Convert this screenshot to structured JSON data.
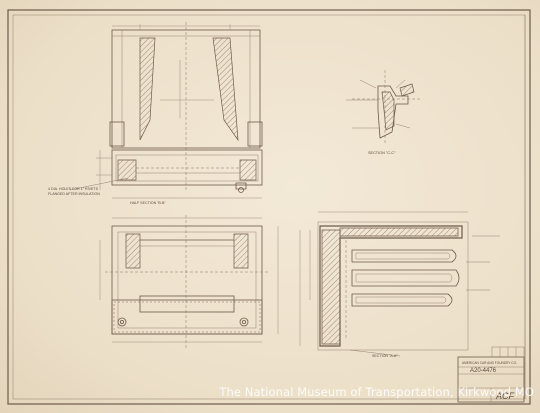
{
  "views": {
    "section_cc": "SECTION \"C-C\"",
    "section_bb": "HALF SECTION \"B-B\"",
    "section_aa": "SECTION \"A-A\""
  },
  "notes": {
    "left_note_1": "4 DIA. HOLES FOR 1\" RIVETS",
    "left_note_2": "FLANGED AFTER INSULATION"
  },
  "title_block": {
    "company": "AMERICAN CAR AND FOUNDRY CO.",
    "drawing_number": "A20-4476",
    "logo": "ACF"
  },
  "watermark": "The National Museum of Transportation, Kirkwood MO"
}
